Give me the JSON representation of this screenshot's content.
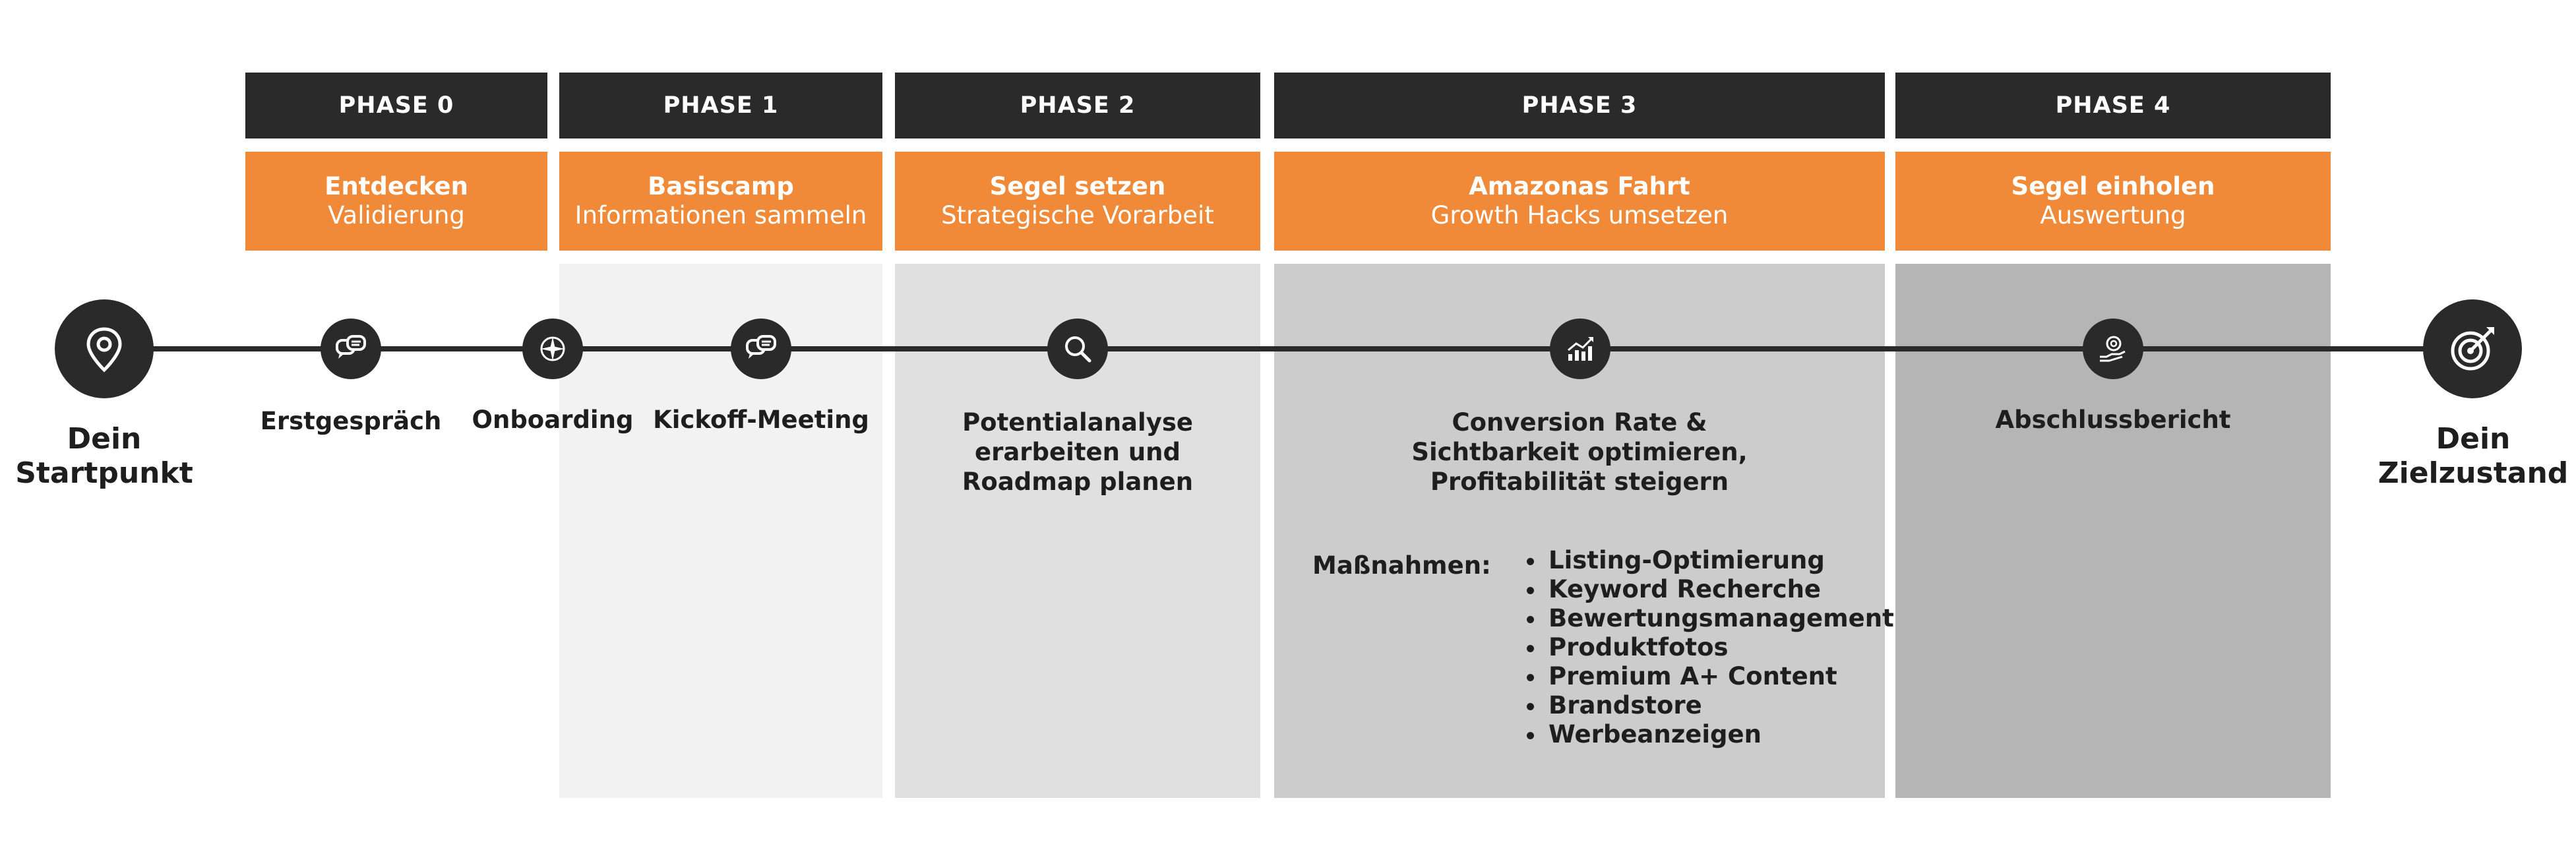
{
  "phases": [
    {
      "header": "PHASE 0",
      "title": "Entdecken",
      "subtitle": "Validierung"
    },
    {
      "header": "PHASE 1",
      "title": "Basiscamp",
      "subtitle": "Informationen sammeln"
    },
    {
      "header": "PHASE 2",
      "title": "Segel setzen",
      "subtitle": "Strategische Vorarbeit"
    },
    {
      "header": "PHASE 3",
      "title": "Amazonas Fahrt",
      "subtitle": "Growth Hacks umsetzen"
    },
    {
      "header": "PHASE 4",
      "title": "Segel einholen",
      "subtitle": "Auswertung"
    }
  ],
  "start": {
    "line1": "Dein",
    "line2": "Startpunkt",
    "icon": "location-pin-icon"
  },
  "end": {
    "line1": "Dein",
    "line2": "Zielzustand",
    "icon": "target-icon"
  },
  "steps": [
    {
      "label": "Erstgespräch",
      "icon": "chat-bubbles-icon"
    },
    {
      "label": "Onboarding",
      "icon": "compass-icon"
    },
    {
      "label": "Kickoff-Meeting",
      "icon": "chat-bubbles-icon"
    },
    {
      "line1": "Potentialanalyse",
      "line2": "erarbeiten und",
      "line3": "Roadmap planen",
      "icon": "magnifier-icon"
    },
    {
      "line1": "Conversion Rate &",
      "line2": "Sichtbarkeit optimieren,",
      "line3": "Profitabilität steigern",
      "icon": "growth-chart-icon"
    },
    {
      "label": "Abschlussbericht",
      "icon": "hand-coin-icon"
    }
  ],
  "massnahmen": {
    "title": "Maßnahmen:",
    "items": [
      "Listing-Optimierung",
      "Keyword Recherche",
      "Bewertungsmanagement",
      "Produktfotos",
      "Premium A+ Content",
      "Brandstore",
      "Werbeanzeigen"
    ]
  },
  "colors": {
    "dark": "#2a2a2a",
    "orange": "#f08a38",
    "col1": "#f2f2f2",
    "col2": "#e0e0e0",
    "col3": "#cccccc",
    "col4": "#b5b5b5"
  }
}
